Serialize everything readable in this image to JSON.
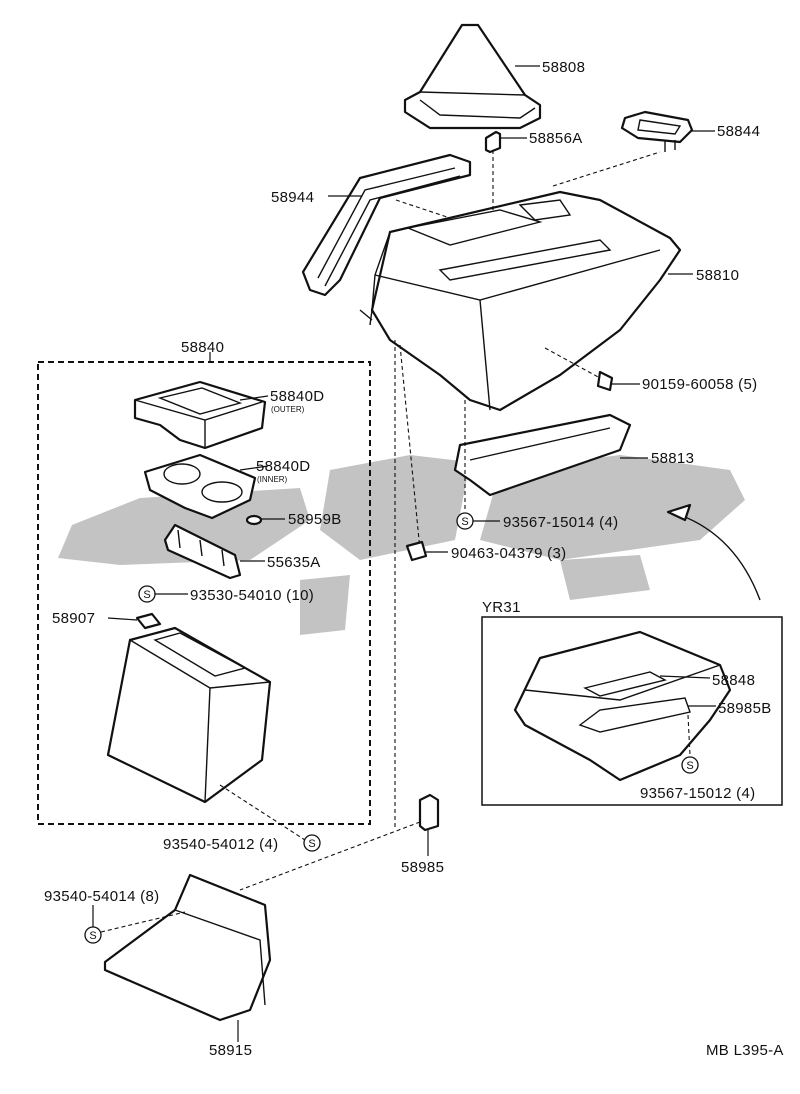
{
  "labels": {
    "p58808": "58808",
    "p58856a": "58856A",
    "p58844": "58844",
    "p58944": "58944",
    "p58810": "58810",
    "p58840": "58840",
    "p58840d_outer": "58840D",
    "outer_note": "(OUTER)",
    "p58840d_inner": "58840D",
    "inner_note": "(INNER)",
    "p58959b": "58959B",
    "p55635a": "55635A",
    "p93530": "93530-54010 (10)",
    "p58907": "58907",
    "p90159": "90159-60058 (5)",
    "p58813": "58813",
    "p93567_a": "93567-15014 (4)",
    "p90463": "90463-04379 (3)",
    "yr31": "YR31",
    "p58848": "58848",
    "p58985b": "58985B",
    "p93567_b": "93567-15012 (4)",
    "p93540_a": "93540-54012 (4)",
    "p58985": "58985",
    "p93540_b": "93540-54014 (8)",
    "p58915": "58915",
    "drawing_code": "MB L395-A"
  },
  "symbol_letter": "S",
  "colors": {
    "ink": "#111111",
    "paper": "#ffffff",
    "watermark": "#bdbdbd"
  }
}
